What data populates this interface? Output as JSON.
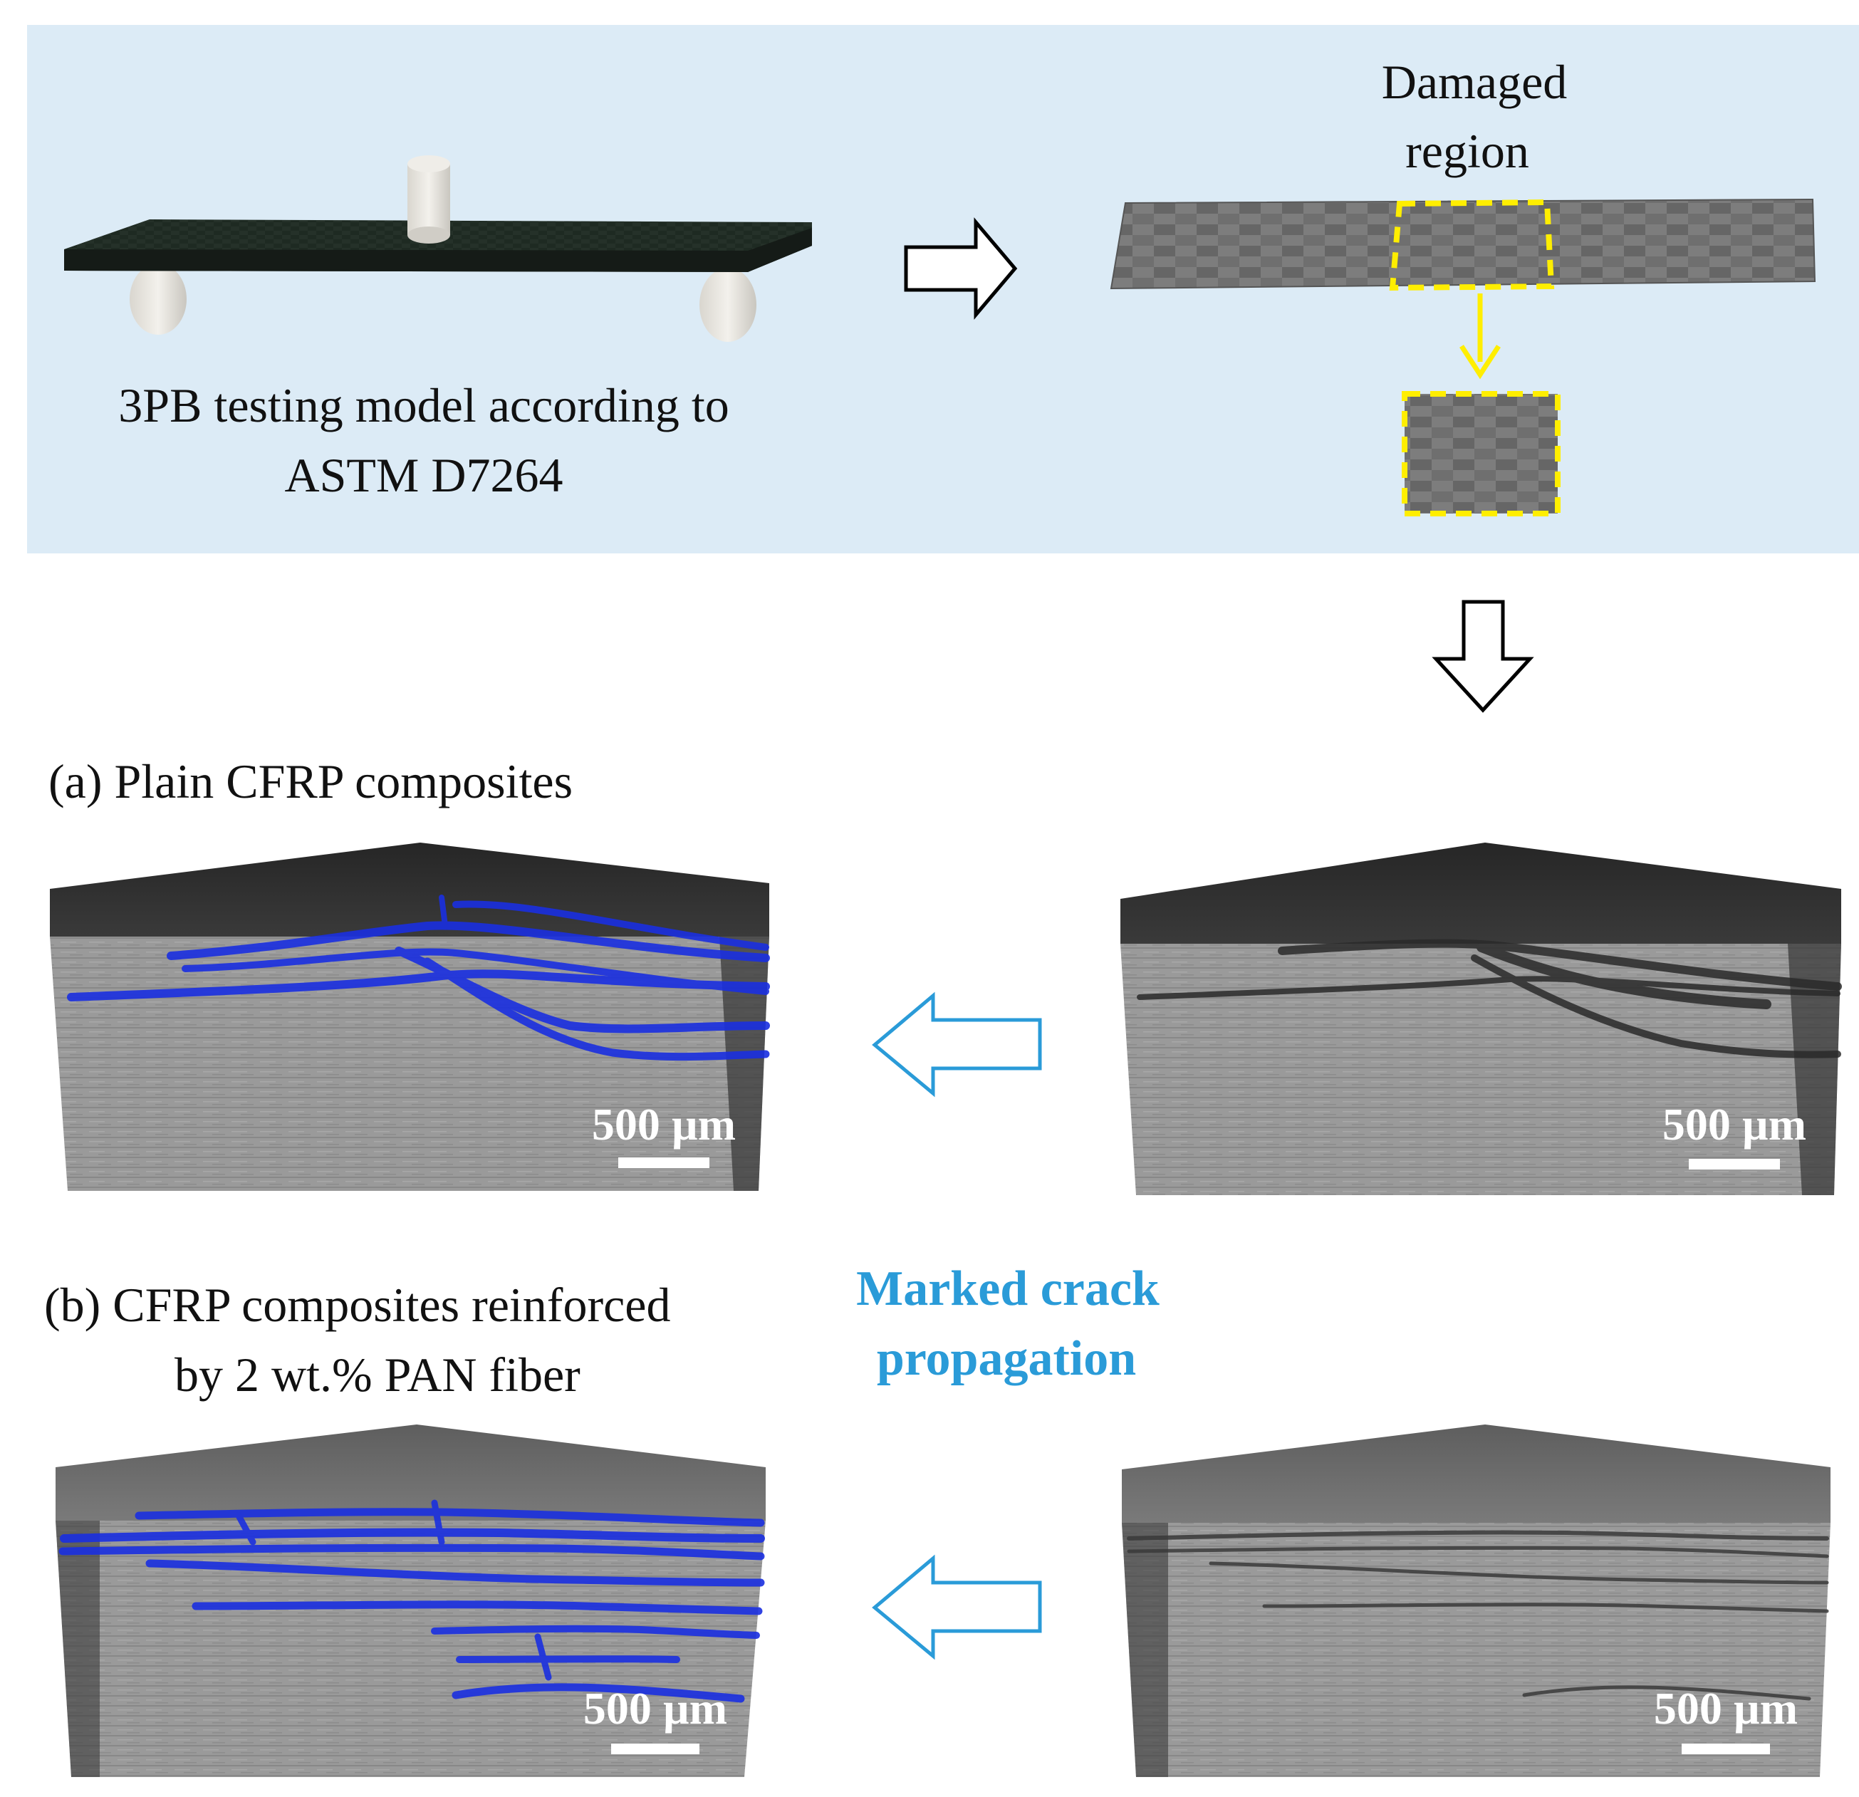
{
  "top_panel": {
    "beam_label_line1": "3PB testing model according to",
    "beam_label_line2": "ASTM D7264",
    "damaged_label_line1": "Damaged",
    "damaged_label_line2": "region"
  },
  "panel_a": {
    "title": "(a) Plain CFRP composites",
    "scalebar_left": "500 µm",
    "scalebar_right": "500 µm"
  },
  "panel_b": {
    "title_line1": "(b) CFRP composites reinforced",
    "title_line2": "by 2 wt.% PAN fiber",
    "scalebar_left": "500 µm",
    "scalebar_right": "500 µm"
  },
  "middle_label": {
    "line1": "Marked crack",
    "line2": "propagation",
    "color": "#2a9bd8"
  },
  "colors": {
    "panel_bg": "#dcebf6",
    "crack_blue": "#1a2fe0",
    "highlight_yellow": "#ffee00",
    "arrow_blue": "#2a9bd8"
  }
}
